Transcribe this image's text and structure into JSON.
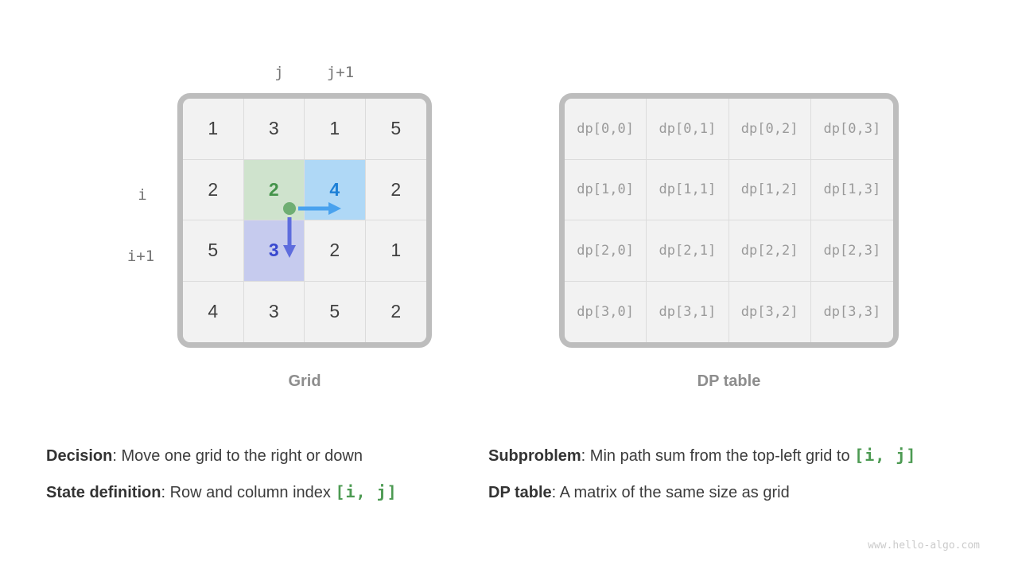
{
  "grid_panel": {
    "caption": "Grid",
    "col_labels": {
      "j": "j",
      "j_plus_1": "j+1"
    },
    "row_labels": {
      "i": "i",
      "i_plus_1": "i+1"
    },
    "rows": [
      [
        "1",
        "3",
        "1",
        "5"
      ],
      [
        "2",
        "2",
        "4",
        "2"
      ],
      [
        "5",
        "3",
        "2",
        "1"
      ],
      [
        "4",
        "3",
        "5",
        "2"
      ]
    ],
    "highlights": {
      "current_state": {
        "row": 1,
        "col": 1,
        "value": "2",
        "color": "green"
      },
      "move_right": {
        "row": 1,
        "col": 2,
        "value": "4",
        "color": "blue"
      },
      "move_down": {
        "row": 2,
        "col": 1,
        "value": "3",
        "color": "purple"
      }
    }
  },
  "dp_panel": {
    "caption": "DP table",
    "rows": [
      [
        "dp[0,0]",
        "dp[0,1]",
        "dp[0,2]",
        "dp[0,3]"
      ],
      [
        "dp[1,0]",
        "dp[1,1]",
        "dp[1,2]",
        "dp[1,3]"
      ],
      [
        "dp[2,0]",
        "dp[2,1]",
        "dp[2,2]",
        "dp[2,3]"
      ],
      [
        "dp[3,0]",
        "dp[3,1]",
        "dp[3,2]",
        "dp[3,3]"
      ]
    ]
  },
  "notes": {
    "left": [
      {
        "label": "Decision",
        "text": ": Move one grid to the right or down",
        "code": ""
      },
      {
        "label": "State definition",
        "text": ": Row and column index ",
        "code": "[i, j]"
      }
    ],
    "right": [
      {
        "label": "Subproblem",
        "text": ": Min path sum from the top-left grid to ",
        "code": "[i, j]"
      },
      {
        "label": "DP table",
        "text": ": A matrix of the same size as grid",
        "code": ""
      }
    ]
  },
  "watermark": "www.hello-algo.com",
  "colors": {
    "matrix_border": "#bdbdbd",
    "cell_background": "#f2f2f2",
    "gridline": "#dcdcdc",
    "cell_green_bg": "#cfe3cd",
    "cell_green_text": "#44934a",
    "cell_blue_bg": "#afd8f6",
    "cell_blue_text": "#1c7fd6",
    "cell_purple_bg": "#c6cbee",
    "cell_purple_text": "#3848cf",
    "state_dot": "#6fae73",
    "arrow_right": "#49a2ee",
    "arrow_down": "#5e6cdd",
    "code_green": "#4c9a52",
    "dp_text": "#9a9a9a",
    "caption_gray": "#8d8d8d",
    "axis_label_gray": "#757575",
    "body_text": "#3c3c3c",
    "watermark_gray": "#cbcbcb"
  }
}
